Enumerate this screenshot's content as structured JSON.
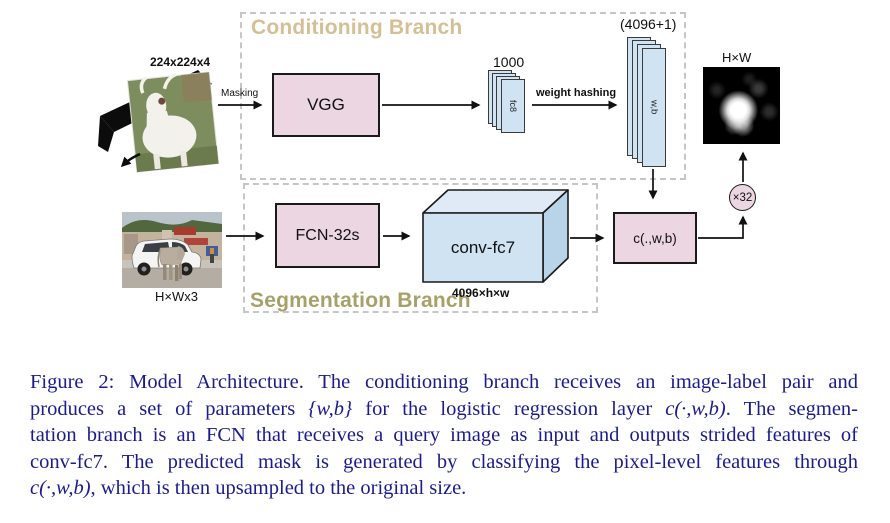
{
  "colors": {
    "pink_fill": "#ecd6e1",
    "blue_fill": "#cfe3f2",
    "box_border": "#1a1a1a",
    "dashed_border": "#c6c6c6",
    "conditioning_title": "#d5bf95",
    "segmentation_title": "#a7a169",
    "caption_text": "#1b1b8e",
    "heatmap_bg": "#000000"
  },
  "diagram": {
    "conditioning_branch_title": "Conditioning Branch",
    "segmentation_branch_title": "Segmentation Branch",
    "support_image_label": "224x224x4",
    "masking_label": "Masking",
    "vgg_label": "VGG",
    "fc8_count_label": "1000",
    "fc8_label": "fc8",
    "weight_hashing_label": "weight hashing",
    "wb_count_label": "(4096+1)",
    "wb_label": "w,b",
    "query_image_label": "H×Wx3",
    "fcn_label": "FCN-32s",
    "convfc7_label": "conv-fc7",
    "convfc7_dims_label": "4096×h×w",
    "classifier_label": "c(.,w,b)",
    "upsample_label": "×32",
    "output_label": "H×W"
  },
  "caption": {
    "lines": [
      [
        {
          "t": "Figure 2: Model Architecture. The conditioning branch receives an image-label pair and"
        }
      ],
      [
        {
          "t": "produces a set of parameters "
        },
        {
          "t": "{w,b}",
          "i": true
        },
        {
          "t": " for the logistic regression layer "
        },
        {
          "t": "c(·,w,b)",
          "i": true
        },
        {
          "t": ". The segmen-"
        }
      ],
      [
        {
          "t": "tation branch is an FCN that receives a query image as input and outputs strided features of"
        }
      ],
      [
        {
          "t": "conv-fc7. The predicted mask is generated by classifying the pixel-level features through"
        }
      ],
      [
        {
          "t": "c(·,w,b)",
          "i": true
        },
        {
          "t": ", which is then upsampled to the original size."
        }
      ]
    ]
  }
}
